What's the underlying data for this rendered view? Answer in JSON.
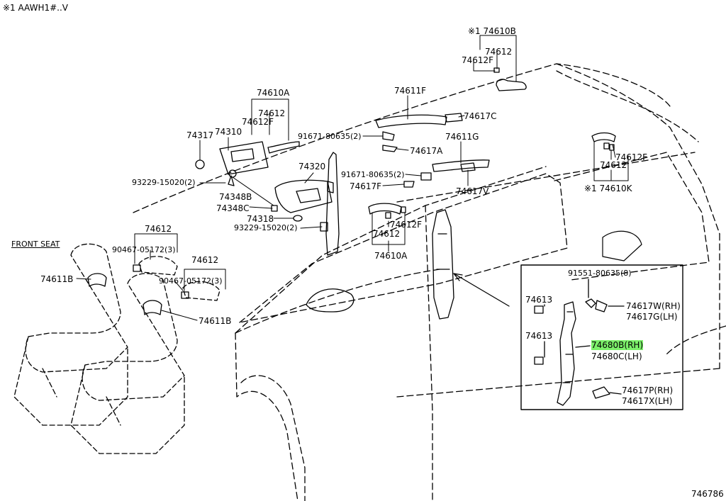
{
  "header": {
    "note": "※1 AAWH1#..V"
  },
  "footer": {
    "figure_code": "746786"
  },
  "colors": {
    "highlight": "#7cf06a",
    "line": "#000000"
  },
  "section": {
    "front_seat": "FRONT SEAT"
  },
  "labels": {
    "p74610B": "※1 74610B",
    "p74612_top": "74612",
    "p74612F_top": "74612F",
    "p74611F": "74611F",
    "p74617C": "74617C",
    "p74610A_top": "74610A",
    "p74612_a": "74612",
    "p74612F_a": "74612F",
    "p74317": "74317",
    "p74310": "74310",
    "p91671_a": "91671-80635(2)",
    "p74611G": "74611G",
    "p74617A": "74617A",
    "p93229_a": "93229-15020(2)",
    "p74320": "74320",
    "p91671_b": "91671-80635(2)",
    "p74617F": "74617F",
    "p74617V": "74617V",
    "p74612F_rear": "74612F",
    "p74612_rear": "74612",
    "p74610K": "※1 74610K",
    "p74348B": "74348B",
    "p74348C": "74348C",
    "p74318": "74318",
    "p93229_b": "93229-15020(2)",
    "p74612_mid": "74612",
    "p74612F_mid": "74612F",
    "p74610A_mid": "74610A",
    "p74612_seat1": "74612",
    "p90467_a": "90467-05172(3)",
    "p74612_seat2": "74612",
    "p90467_b": "90467-05172(3)",
    "p74611B_l": "74611B",
    "p74611B_r": "74611B",
    "p91551": "91551-80635(8)",
    "p74613_a": "74613",
    "p74613_b": "74613",
    "p74617W": "74617W(RH)",
    "p74617G": "74617G(LH)",
    "p74680B": "74680B(RH)",
    "p74680C": "74680C(LH)",
    "p74617P": "74617P(RH)",
    "p74617X": "74617X(LH)"
  }
}
